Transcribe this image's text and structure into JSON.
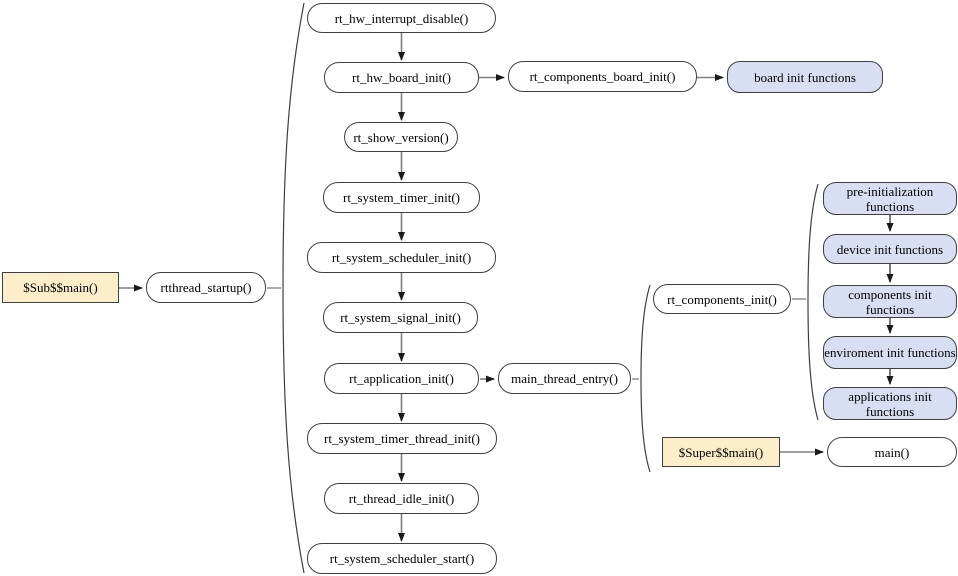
{
  "diagram": {
    "entry": {
      "sub_main": "$Sub$$main()",
      "startup": "rtthread_startup()"
    },
    "startup_chain": [
      "rt_hw_interrupt_disable()",
      "rt_hw_board_init()",
      "rt_show_version()",
      "rt_system_timer_init()",
      "rt_system_scheduler_init()",
      "rt_system_signal_init()",
      "rt_application_init()",
      "rt_system_timer_thread_init()",
      "rt_thread_idle_init()",
      "rt_system_scheduler_start()"
    ],
    "board_branch": {
      "components_board_init": "rt_components_board_init()",
      "board_init_functions": "board init functions"
    },
    "app_branch": {
      "main_thread_entry": "main_thread_entry()",
      "components_init": "rt_components_init()",
      "super_main": "$Super$$main()",
      "main": "main()"
    },
    "init_chain": [
      "pre-initialization functions",
      "device init functions",
      "components init functions",
      "enviroment init functions",
      "applications init functions"
    ]
  },
  "colors": {
    "node_fill": "#ffffff",
    "accent_fill": "#d9dff2",
    "entry_fill": "#fceec9",
    "border": "#3f3f3f",
    "arrow_shaft": "#7f7f7f",
    "arrow_shaft2": "#595959",
    "arrow_head": "#1a1a1a"
  }
}
